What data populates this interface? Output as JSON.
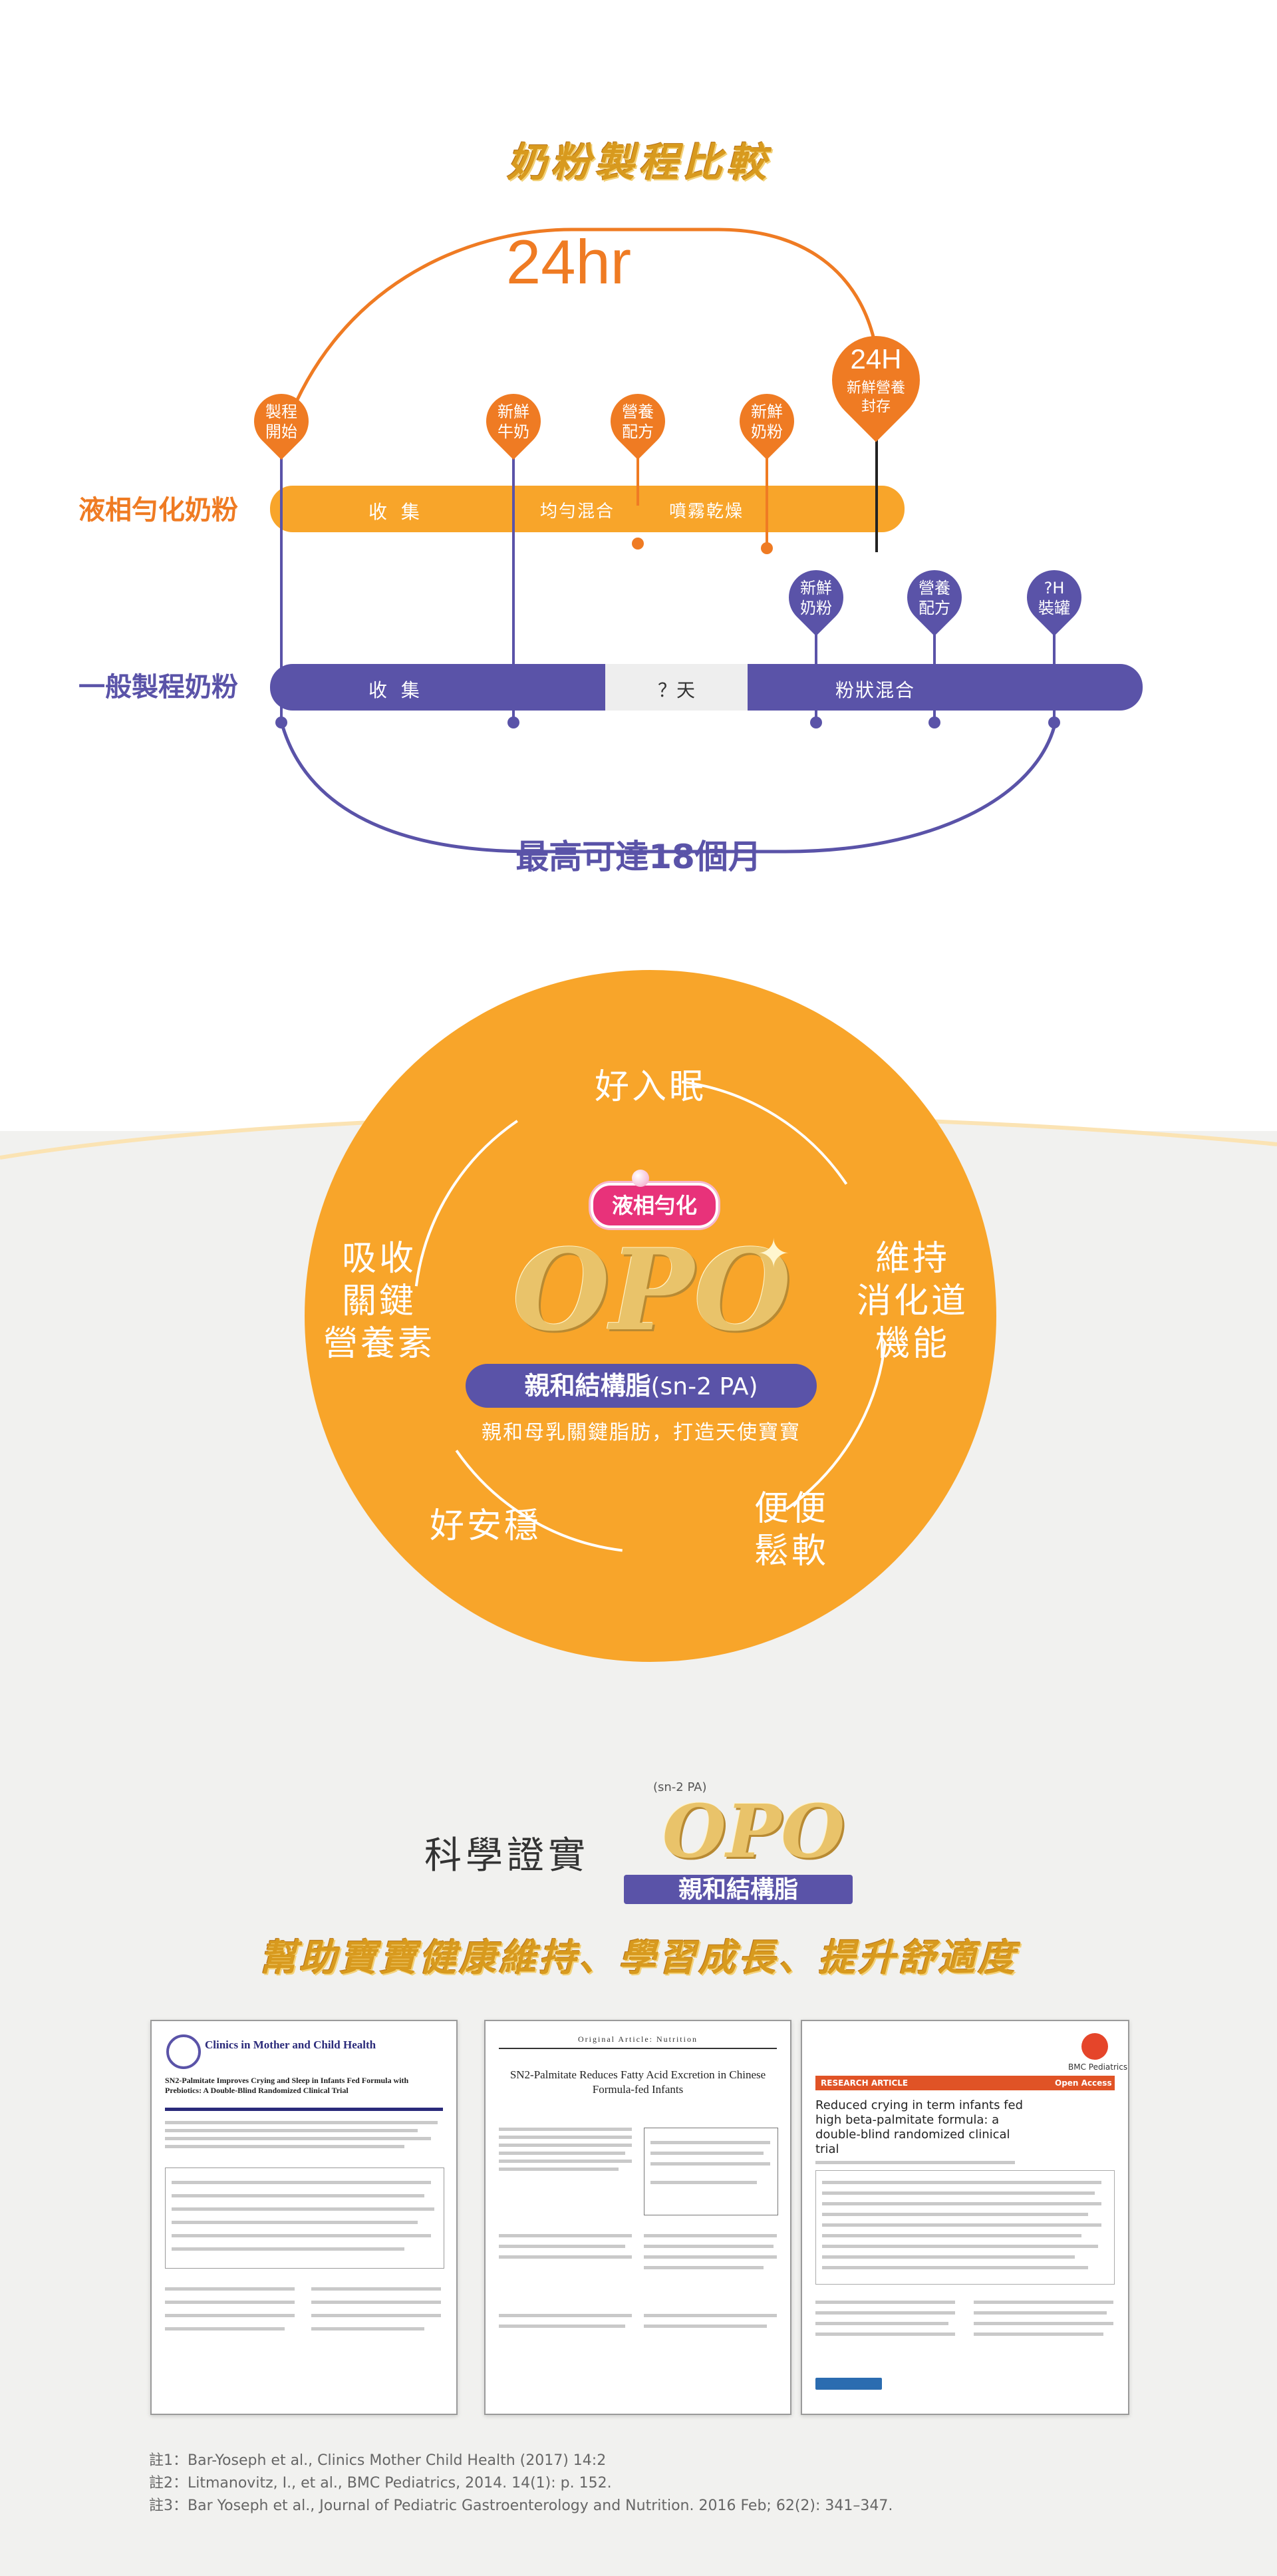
{
  "process_section": {
    "title": "奶粉製程比較",
    "time_label": "24hr",
    "liquid_row": {
      "label": "液相勻化奶粉",
      "segments": [
        "收 集",
        "均勻混合",
        "噴霧乾燥"
      ],
      "pins": [
        "製程\n開始",
        "新鮮\n牛奶",
        "營養\n配方",
        "新鮮\n奶粉"
      ],
      "big_pin": {
        "title": "24H",
        "text": "新鮮營養\n封存"
      }
    },
    "general_row": {
      "label": "一般製程奶粉",
      "segments": [
        "收 集",
        "？天",
        "粉狀混合"
      ],
      "pins": [
        "新鮮\n奶粉",
        "營養\n配方",
        "?H\n裝罐"
      ]
    },
    "bottom_label": "最高可達18個月"
  },
  "opo_section": {
    "badge": "液相勻化",
    "opo_word": "OPO",
    "structure_label": "親和結構脂",
    "structure_suffix": "(sn-2 PA)",
    "tagline": "親和母乳關鍵脂肪，打造天使寶寶",
    "benefits": {
      "top": "好入眠",
      "left": "吸收\n關鍵\n營養素",
      "right": "維持\n消化道\n機能",
      "bottom_left": "好安穩",
      "bottom_right": "便便\n鬆軟"
    }
  },
  "science_section": {
    "prefix": "科學證實",
    "sn2_label": "(sn-2 PA)",
    "opo_word": "OPO",
    "structure_label": "親和結構脂",
    "slogan": "幫助寶寶健康維持、學習成長、提升舒適度"
  },
  "papers": [
    {
      "journal": "Clinics in Mother and Child Health",
      "title": "SN2-Palmitate Improves Crying and Sleep in Infants Fed Formula with Prebiotics: A Double-Blind Randomized Clinical Trial"
    },
    {
      "journal": "Original Article: Nutrition",
      "title": "SN2-Palmitate Reduces Fatty Acid Excretion in Chinese Formula-fed Infants"
    },
    {
      "journal": "BMC Pediatrics",
      "tag": "RESEARCH ARTICLE",
      "access": "Open Access",
      "title": "Reduced crying in term infants fed high beta-palmitate formula: a double-blind randomized clinical trial"
    }
  ],
  "references": [
    "註1：Bar-Yoseph et al., Clinics Mother Child Health (2017) 14:2",
    "註2：Litmanovitz, I., et al., BMC Pediatrics, 2014. 14(1): p. 152.",
    "註3：Bar Yoseph et al., Journal of Pediatric Gastroenterology and Nutrition. 2016 Feb; 62(2): 341–347."
  ],
  "colors": {
    "orange": "#f8a52a",
    "dark_orange": "#ef7b23",
    "purple": "#5a53a8",
    "light_gray_bg": "#f1f1ef",
    "gold": "#d89a1e"
  },
  "icons": [
    "map-pin-icon",
    "sparkle-icon"
  ]
}
